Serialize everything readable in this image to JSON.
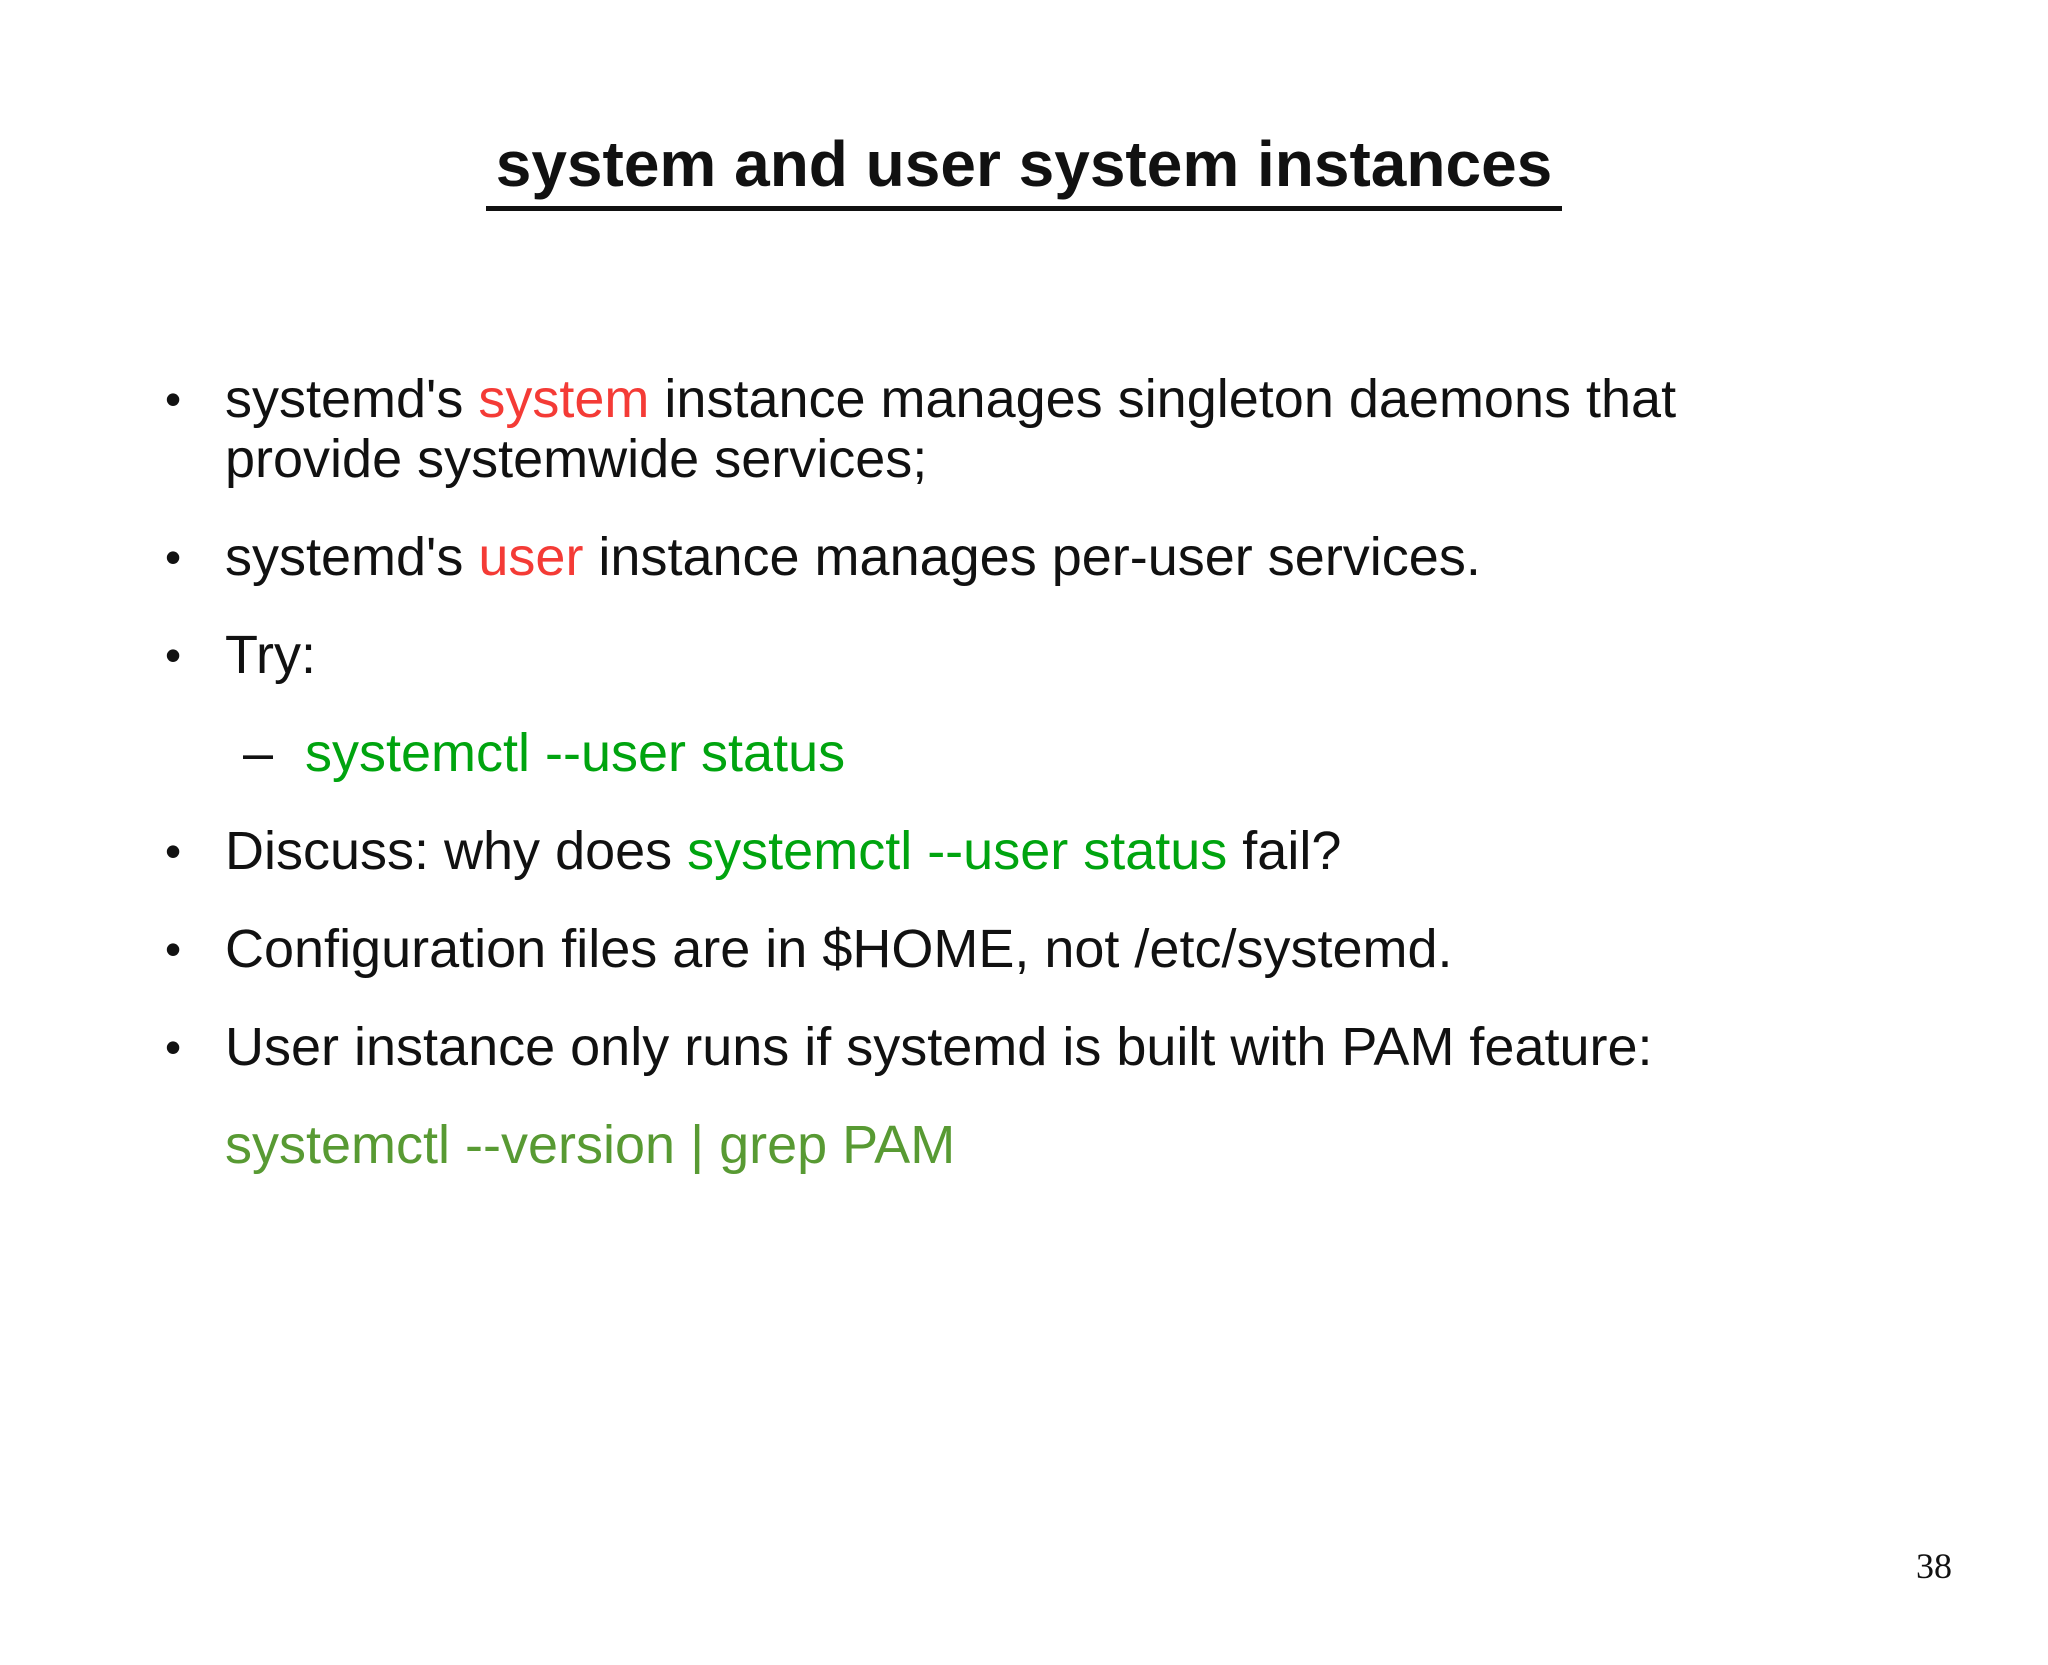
{
  "page": {
    "title": "system and user system instances",
    "page_number": "38"
  },
  "colors": {
    "text": "#111111",
    "red": "#f43b36",
    "green": "#00a40f",
    "olive": "#589a33",
    "background": "#ffffff"
  },
  "content": {
    "items": [
      {
        "marker": "•",
        "level": 1,
        "segments": [
          {
            "text": "systemd's ",
            "color": "text"
          },
          {
            "text": "system",
            "color": "red"
          },
          {
            "text": " instance manages singleton daemons that\nprovide systemwide services;",
            "color": "text"
          }
        ]
      },
      {
        "marker": "•",
        "level": 1,
        "segments": [
          {
            "text": "systemd's ",
            "color": "text"
          },
          {
            "text": "user",
            "color": "red"
          },
          {
            "text": " instance manages per-user services.",
            "color": "text"
          }
        ]
      },
      {
        "marker": "•",
        "level": 1,
        "segments": [
          {
            "text": "Try:",
            "color": "text"
          }
        ]
      },
      {
        "marker": "–",
        "level": 2,
        "segments": [
          {
            "text": "systemctl --user status",
            "color": "green"
          }
        ]
      },
      {
        "marker": "•",
        "level": 1,
        "segments": [
          {
            "text": "Discuss: why does ",
            "color": "text"
          },
          {
            "text": "systemctl --user status",
            "color": "green"
          },
          {
            "text": " fail?",
            "color": "text"
          }
        ]
      },
      {
        "marker": "•",
        "level": 1,
        "segments": [
          {
            "text": "Configuration files are in $HOME, not /etc/systemd.",
            "color": "text"
          }
        ]
      },
      {
        "marker": "•",
        "level": 1,
        "segments": [
          {
            "text": "User instance only runs if systemd is built with PAM feature:",
            "color": "text"
          }
        ]
      },
      {
        "marker": "",
        "level": 1,
        "segments": [
          {
            "text": "systemctl --version | grep PAM",
            "color": "olive"
          }
        ]
      }
    ]
  }
}
